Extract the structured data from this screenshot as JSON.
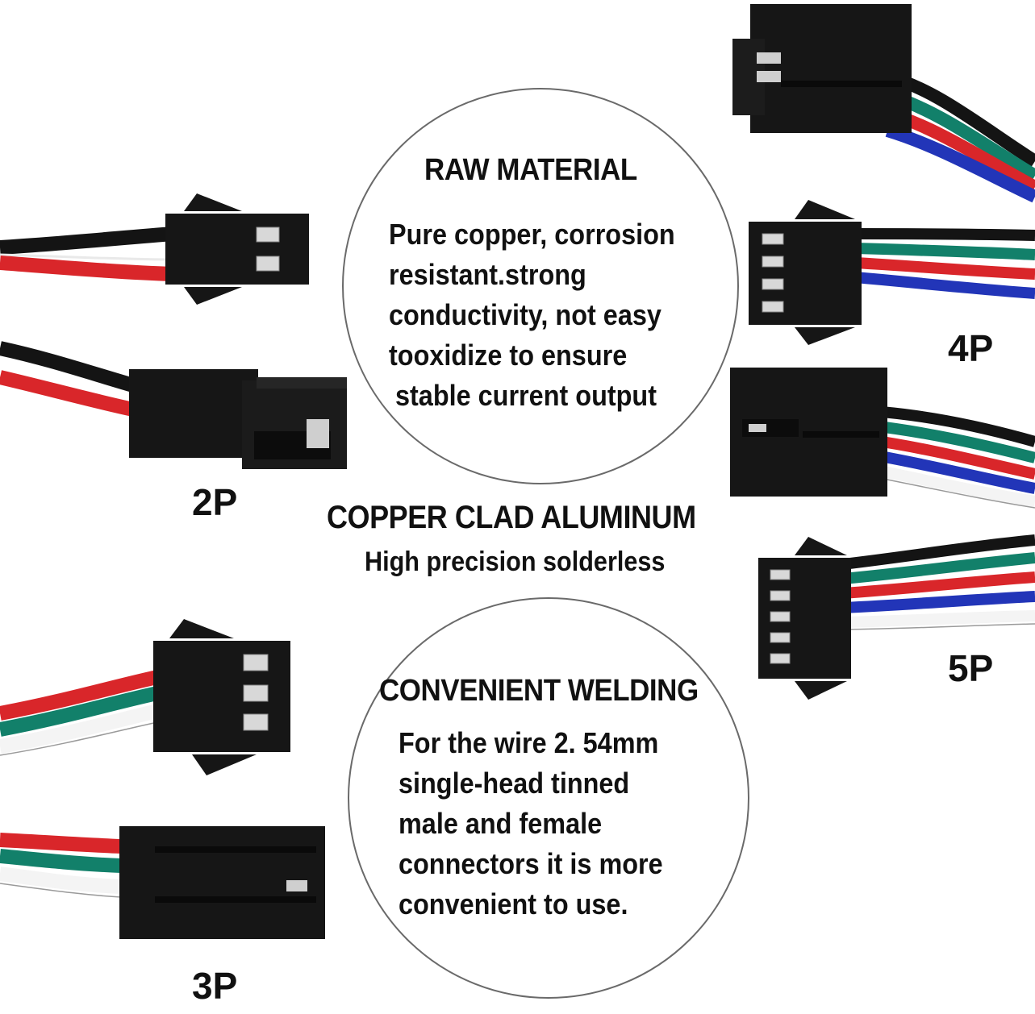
{
  "raw_material": {
    "title": "RAW MATERIAL",
    "lines": [
      "Pure copper, corrosion",
      "resistant.strong",
      "conductivity, not easy",
      "tooxidize to ensure",
      "stable current output"
    ]
  },
  "middle": {
    "title": "COPPER CLAD ALUMINUM",
    "subtitle": "High precision solderless"
  },
  "convenient_welding": {
    "title": "CONVENIENT WELDING",
    "lines": [
      "For the wire 2. 54mm",
      "single-head tinned",
      "male and female",
      "connectors it is more",
      "convenient to use."
    ]
  },
  "pin_labels": {
    "p2": "2P",
    "p3": "3P",
    "p4": "4P",
    "p5": "5P"
  },
  "colors": {
    "wire_black": "#141414",
    "wire_red": "#d9262a",
    "wire_green": "#12806a",
    "wire_blue": "#2235b8",
    "wire_white": "#f4f4f4",
    "housing": "#161616",
    "circle_stroke": "#6a6a6a"
  },
  "icons": [
    "connector-2p-icon",
    "connector-3p-icon",
    "connector-4p-icon",
    "connector-5p-icon"
  ]
}
